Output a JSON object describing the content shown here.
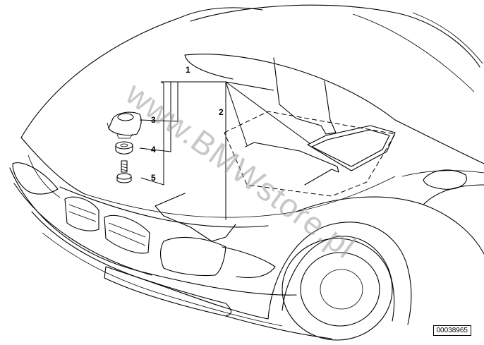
{
  "callouts": {
    "c1": "1",
    "c2": "2",
    "c3": "3",
    "c4": "4",
    "c5": "5"
  },
  "watermark": "www.BMWstore.pl",
  "reference_code": "00038965",
  "colors": {
    "line": "#000000",
    "watermark": "#9a9a9a",
    "background": "#ffffff"
  }
}
